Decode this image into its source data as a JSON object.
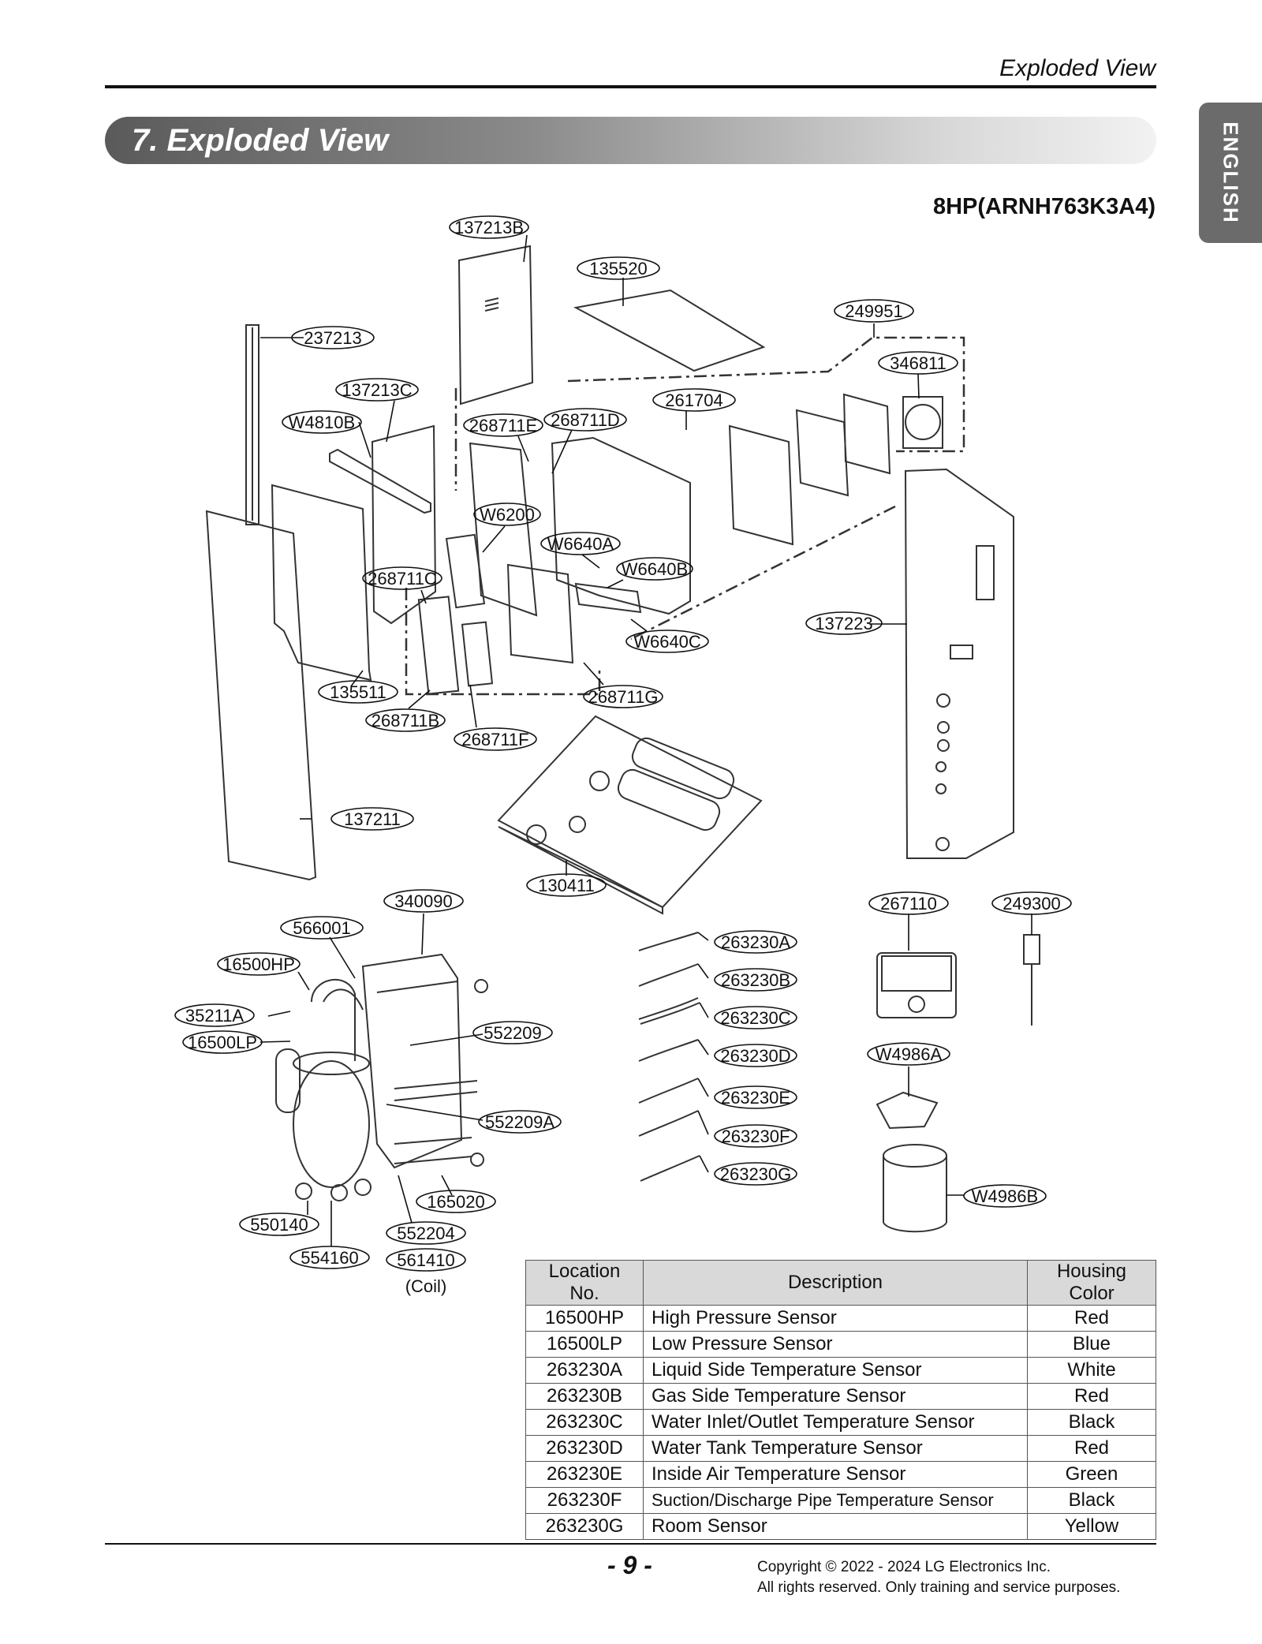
{
  "header": {
    "title": "Exploded View"
  },
  "section": {
    "title": "7. Exploded View"
  },
  "language_tab": "ENGLISH",
  "model": "8HP(ARNH763K3A4)",
  "callouts": [
    "137213B",
    "135520",
    "249951",
    "346811",
    "237213",
    "137213C",
    "W4810B",
    "261704",
    "268711E",
    "268711D",
    "W6200",
    "W6640A",
    "W6640B",
    "268711C",
    "W6640C",
    "137223",
    "135511",
    "268711G",
    "268711B",
    "268711F",
    "137211",
    "130411",
    "340090",
    "566001",
    "16500HP",
    "35211A",
    "16500LP",
    "552209",
    "552209A",
    "165020",
    "550140",
    "552204",
    "554160",
    "561410",
    "267110",
    "249300",
    "263230A",
    "263230B",
    "263230C",
    "263230D",
    "263230E",
    "263230F",
    "263230G",
    "W4986A",
    "W4986B"
  ],
  "coil_note": "(Coil)",
  "table": {
    "headers": [
      "Location No.",
      "Description",
      "Housing Color"
    ],
    "rows": [
      [
        "16500HP",
        "High Pressure Sensor",
        "Red"
      ],
      [
        "16500LP",
        "Low Pressure Sensor",
        "Blue"
      ],
      [
        "263230A",
        "Liquid Side Temperature Sensor",
        "White"
      ],
      [
        "263230B",
        "Gas Side Temperature Sensor",
        "Red"
      ],
      [
        "263230C",
        "Water Inlet/Outlet Temperature Sensor",
        "Black"
      ],
      [
        "263230D",
        "Water Tank Temperature Sensor",
        "Red"
      ],
      [
        "263230E",
        "Inside Air Temperature Sensor",
        "Green"
      ],
      [
        "263230F",
        "Suction/Discharge Pipe Temperature Sensor",
        "Black"
      ],
      [
        "263230G",
        "Room Sensor",
        "Yellow"
      ]
    ]
  },
  "footer": {
    "page_number": "- 9 -",
    "copyright_line1": "Copyright © 2022 - 2024 LG Electronics Inc.",
    "copyright_line2": "All rights reserved. Only training and service purposes."
  }
}
